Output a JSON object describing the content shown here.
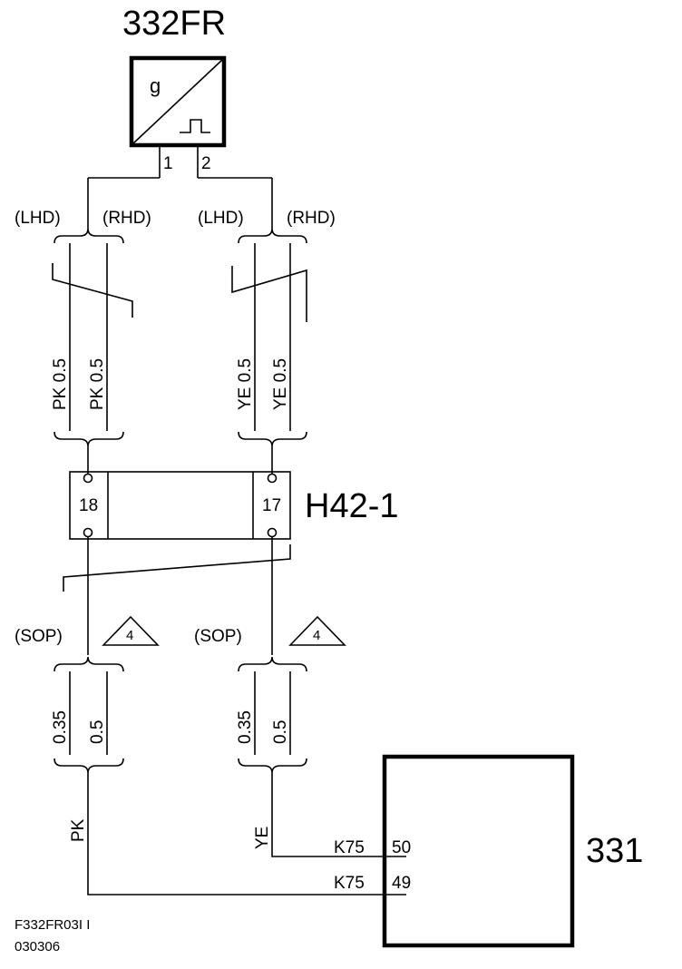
{
  "sensor": {
    "id": "332FR",
    "symbol_letter": "g",
    "pin1": "1",
    "pin2": "2"
  },
  "variants": {
    "lhd": "(LHD)",
    "rhd": "(RHD)",
    "sop": "(SOP)",
    "note_number": "4"
  },
  "wires": {
    "pk_lhd": "PK 0.5",
    "pk_rhd": "PK 0.5",
    "ye_lhd": "YE 0.5",
    "ye_rhd": "YE 0.5",
    "pk_sop_a": "0.35",
    "pk_sop_b": "0.5",
    "ye_sop_a": "0.35",
    "ye_sop_b": "0.5",
    "pk_color": "PK",
    "ye_color": "YE"
  },
  "connector": {
    "id": "H42-1",
    "pin_left": "18",
    "pin_right": "17"
  },
  "module": {
    "id": "331",
    "pin50_conn": "K75",
    "pin50": "50",
    "pin49_conn": "K75",
    "pin49": "49"
  },
  "footer": {
    "code": "F332FR03I I",
    "date": "030306"
  }
}
